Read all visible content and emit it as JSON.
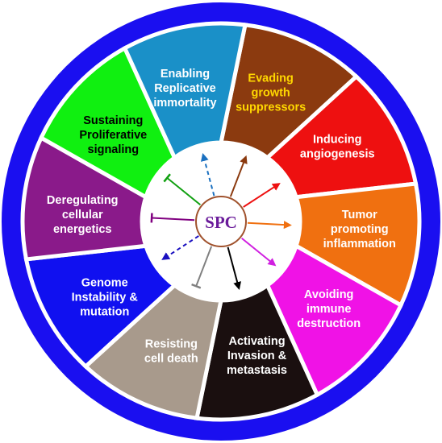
{
  "center": {
    "label": "SPC",
    "label_color": "#6a1b9a",
    "ring_color": "#a0522d"
  },
  "colors": {
    "outer_ring": "#1a0ff0",
    "separator": "#ffffff",
    "inner_disc": "#ffffff"
  },
  "segments": [
    {
      "id": "evading-growth-suppressors",
      "lines": [
        "Evading",
        "growth",
        "suppressors"
      ],
      "fill": "#8b3a0f",
      "text_color": "#ffd700"
    },
    {
      "id": "inducing-angiogenesis",
      "lines": [
        "Inducing",
        "angiogenesis"
      ],
      "fill": "#ee1010",
      "text_color": "#ffffff"
    },
    {
      "id": "tumor-promoting-inflammation",
      "lines": [
        "Tumor",
        "promoting",
        "inflammation"
      ],
      "fill": "#f07010",
      "text_color": "#ffffff"
    },
    {
      "id": "avoiding-immune-destruction",
      "lines": [
        "Avoiding",
        "immune",
        "destruction"
      ],
      "fill": "#f012e6",
      "text_color": "#ffffff"
    },
    {
      "id": "activating-invasion-metastasis",
      "lines": [
        "Activating",
        "Invasion &",
        "metastasis"
      ],
      "fill": "#1a0f0f",
      "text_color": "#ffffff"
    },
    {
      "id": "resisting-cell-death",
      "lines": [
        "Resisting",
        "cell death"
      ],
      "fill": "#a89a8c",
      "text_color": "#ffffff"
    },
    {
      "id": "genome-instability-mutation",
      "lines": [
        "Genome",
        "Instability &",
        "mutation"
      ],
      "fill": "#1010f0",
      "text_color": "#ffffff"
    },
    {
      "id": "deregulating-cellular-energetics",
      "lines": [
        "Deregulating",
        "cellular",
        "energetics"
      ],
      "fill": "#8a1a8a",
      "text_color": "#ffffff"
    },
    {
      "id": "sustaining-proliferative-signaling",
      "lines": [
        "Sustaining",
        "Proliferative",
        "signaling"
      ],
      "fill": "#10f010",
      "text_color": "#000000"
    },
    {
      "id": "enabling-replicative-immortality",
      "lines": [
        "Enabling",
        "Replicative",
        "immortality"
      ],
      "fill": "#1a90c8",
      "text_color": "#ffffff"
    }
  ],
  "spokes": [
    {
      "id": "evading",
      "color": "#8b3a0f",
      "kind": "arrow"
    },
    {
      "id": "angiogenesis",
      "color": "#ee1010",
      "kind": "arrow"
    },
    {
      "id": "inflammation",
      "color": "#f07010",
      "kind": "arrow"
    },
    {
      "id": "immune",
      "color": "#d020e0",
      "kind": "arrow"
    },
    {
      "id": "invasion",
      "color": "#000000",
      "kind": "arrow"
    },
    {
      "id": "cell-death",
      "color": "#808080",
      "kind": "inhibit"
    },
    {
      "id": "genome",
      "color": "#1a10c0",
      "kind": "dashed-arrow"
    },
    {
      "id": "energetics",
      "color": "#800080",
      "kind": "inhibit"
    },
    {
      "id": "proliferative",
      "color": "#10a010",
      "kind": "inhibit"
    },
    {
      "id": "immortality",
      "color": "#1a70c0",
      "kind": "dashed-arrow"
    }
  ]
}
